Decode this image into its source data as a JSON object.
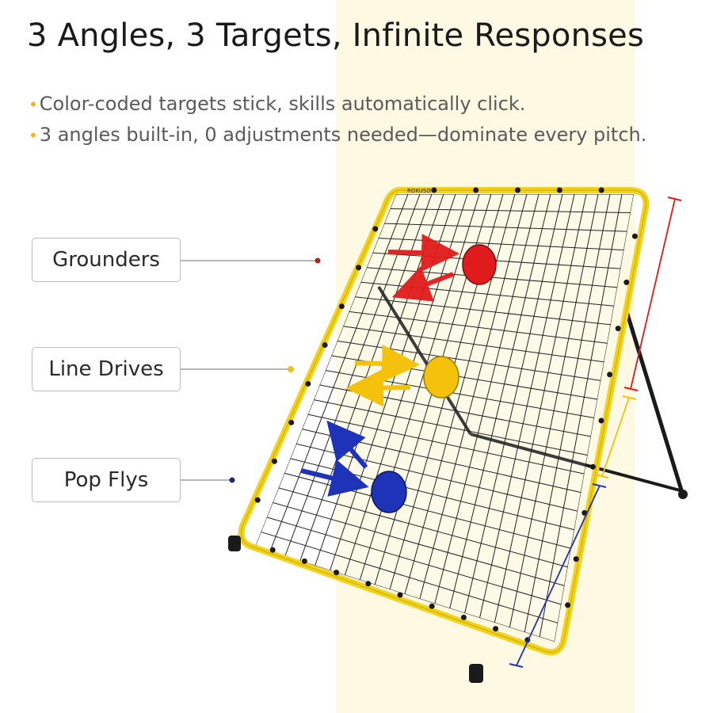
{
  "title": "3 Angles, 3 Targets, Infinite Responses",
  "bullets": [
    "Color-coded targets stick, skills automatically click.",
    "3 angles built-in, 0 adjustments needed—dominate every pitch."
  ],
  "labels": {
    "grounders": "Grounders",
    "line_drives": "Line Drives",
    "pop_flys": "Pop Flys"
  },
  "net_brand": "ROKUSO",
  "colors": {
    "frame": "#f3d21a",
    "band": "#fdf9e3",
    "grounders": "#e01b1b",
    "line_drives": "#f4c20d",
    "pop_flys": "#1f33b8",
    "bullet_dot": "#f2b705"
  },
  "icons": [
    "bullet-dot-icon"
  ]
}
